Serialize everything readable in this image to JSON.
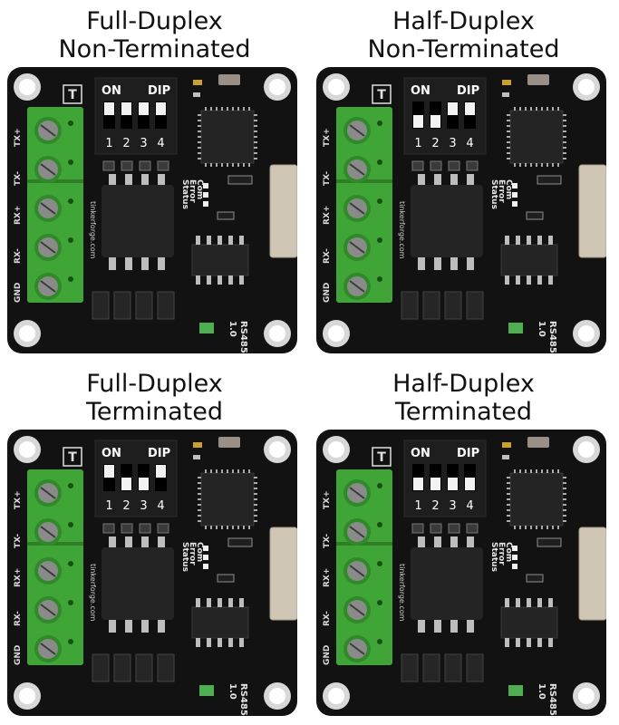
{
  "panels": [
    {
      "line1": "Full-Duplex",
      "line2": "Non-Terminated",
      "switch_up": [
        true,
        true,
        true,
        true
      ]
    },
    {
      "line1": "Half-Duplex",
      "line2": "Non-Terminated",
      "switch_up": [
        false,
        false,
        true,
        true
      ]
    },
    {
      "line1": "Full-Duplex",
      "line2": "Terminated",
      "switch_up": [
        true,
        false,
        false,
        true
      ]
    },
    {
      "line1": "Half-Duplex",
      "line2": "Terminated",
      "switch_up": [
        false,
        false,
        false,
        false
      ]
    }
  ],
  "board": {
    "dip_on_label": "ON",
    "dip_dip_label": "DIP",
    "dip_numbers": [
      "1",
      "2",
      "3",
      "4"
    ],
    "terminal_labels": [
      "TX+",
      "TX-",
      "RX+",
      "RX-",
      "GND"
    ],
    "led_labels": [
      "Status",
      "Error",
      "Com"
    ],
    "brand_text": "tinkerforge.com",
    "logo_text": "T",
    "model_text": "RS485",
    "version_text": "1.0"
  },
  "colors": {
    "pcb": "#121212",
    "terminal_green": "#3fa536",
    "screw_metal": "#8a8a8a",
    "ic_dark": "#242424",
    "connector_beige": "#cfc6b6"
  }
}
